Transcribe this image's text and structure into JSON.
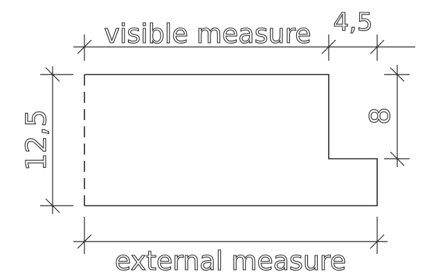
{
  "labels": {
    "top": "visible measure",
    "top_right": "4,5",
    "left": "12,5",
    "right": "8",
    "bottom": "external measure"
  }
}
